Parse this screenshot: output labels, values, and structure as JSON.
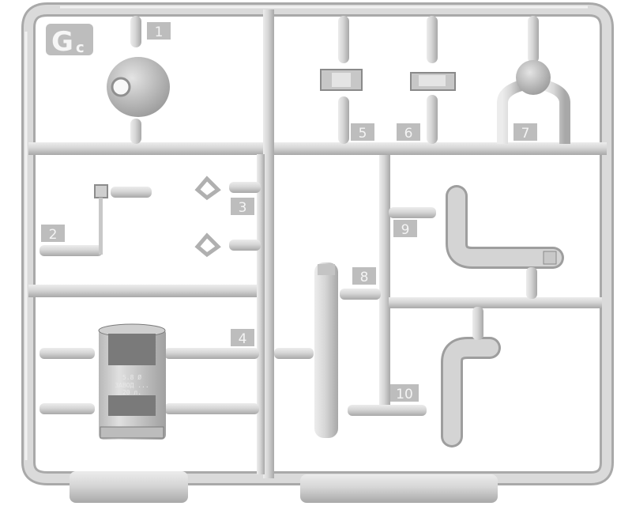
{
  "sprue": {
    "letter": "G",
    "sub_letter": "c",
    "colors": {
      "plastic": "#d4d4d4",
      "plastic_dark": "#a6a6a6",
      "tag_bg": "#bdbdbd",
      "tag_text": "#f4f4f4"
    },
    "part_numbers": [
      "1",
      "2",
      "3",
      "4",
      "5",
      "6",
      "7",
      "8",
      "9",
      "10"
    ],
    "canister_lines": [
      "5.8 Ø",
      "ЗАВОД ...",
      "20 л."
    ]
  }
}
